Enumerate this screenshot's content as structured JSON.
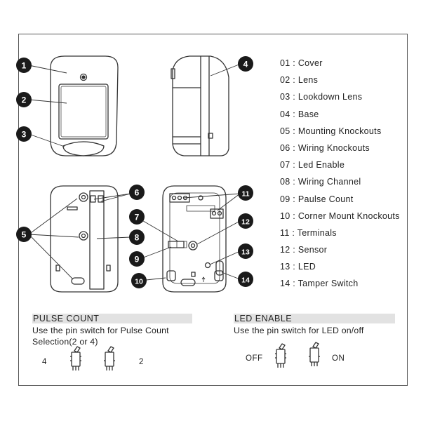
{
  "callouts": [
    "1",
    "2",
    "3",
    "4",
    "5",
    "6",
    "7",
    "8",
    "9",
    "10",
    "11",
    "12",
    "13",
    "14"
  ],
  "legend": [
    {
      "code": "01",
      "label": "Cover"
    },
    {
      "code": "02",
      "label": "Lens"
    },
    {
      "code": "03",
      "label": "Lookdown Lens"
    },
    {
      "code": "04",
      "label": "Base"
    },
    {
      "code": "05",
      "label": "Mounting Knockouts"
    },
    {
      "code": "06",
      "label": "Wiring Knockouts"
    },
    {
      "code": "07",
      "label": "Led Enable"
    },
    {
      "code": "08",
      "label": "Wiring Channel"
    },
    {
      "code": "09",
      "label": "Paulse Count"
    },
    {
      "code": "10",
      "label": "Corner Mount Knockouts"
    },
    {
      "code": "11",
      "label": "Terminals"
    },
    {
      "code": "12",
      "label": "Sensor"
    },
    {
      "code": "13",
      "label": "LED"
    },
    {
      "code": "14",
      "label": "Tamper Switch"
    }
  ],
  "pulse_count": {
    "title": "PULSE COUNT",
    "text": "Use the pin switch for Pulse Count Selection(2 or 4)",
    "left_label": "4",
    "right_label": "2"
  },
  "led_enable": {
    "title": "LED ENABLE",
    "text": "Use the pin switch for LED on/off",
    "left_label": "OFF",
    "right_label": "ON"
  },
  "colors": {
    "line": "#333333",
    "badge": "#1a1a1a",
    "panel_header": "#e2e2e2"
  }
}
